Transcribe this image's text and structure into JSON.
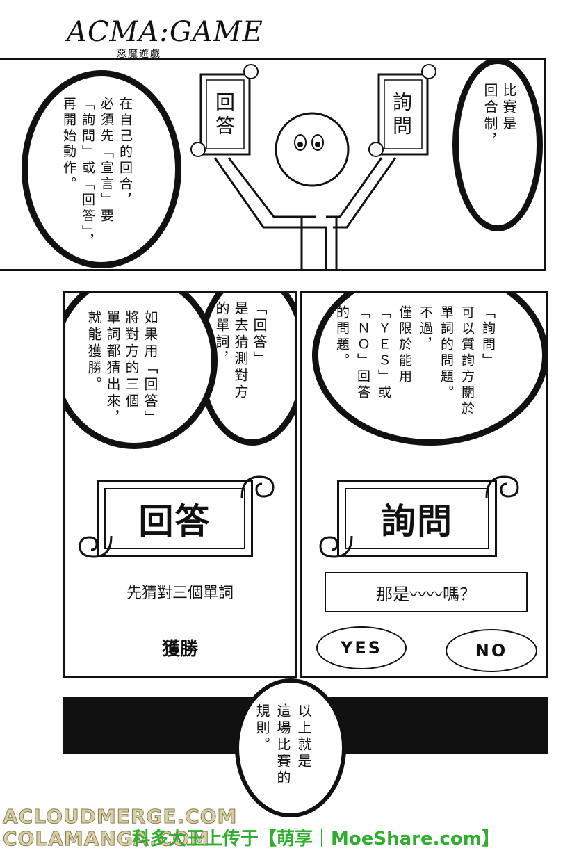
{
  "header": {
    "logo_main": "ACMA:GAME",
    "logo_sub": "惡魔遊戲"
  },
  "panel_top": {
    "bubble_left_text": "在自己的回合，\n必須先「宣言」要\n「詢問」或「回答」，\n再開始動作。",
    "bubble_right_text": "比賽是\n回合制，",
    "sign_left": "回答",
    "sign_right": "詢問"
  },
  "panel_answer": {
    "bubble_top_text": "「回答」\n是去猜測對方\n的單詞，",
    "bubble_bottom_text": "如果用「回答」\n將對方的三個\n單詞都猜出來，\n就能獲勝。",
    "card_label": "回答",
    "line1": "先猜對三個單詞",
    "line2": "獲勝"
  },
  "panel_question": {
    "bubble_text": "「詢問」\n可以質詢方關於\n單詞的問題。\n不過，\n僅限於能用\n「ＹＥＳ」或\n「ＮＯ」回答\n的問題。",
    "card_label": "詢問",
    "question": "那是〰〰嗎？",
    "yes": "YES",
    "no": "NO"
  },
  "footer": {
    "bubble_text": "以上就是\n這場比賽的\n規則。"
  },
  "watermarks": {
    "line1": "ACLOUDMERGE.COM",
    "line2": "COLAMANGA.COM",
    "credit": "科多大王上传于【萌享｜MoeShare.com】"
  }
}
